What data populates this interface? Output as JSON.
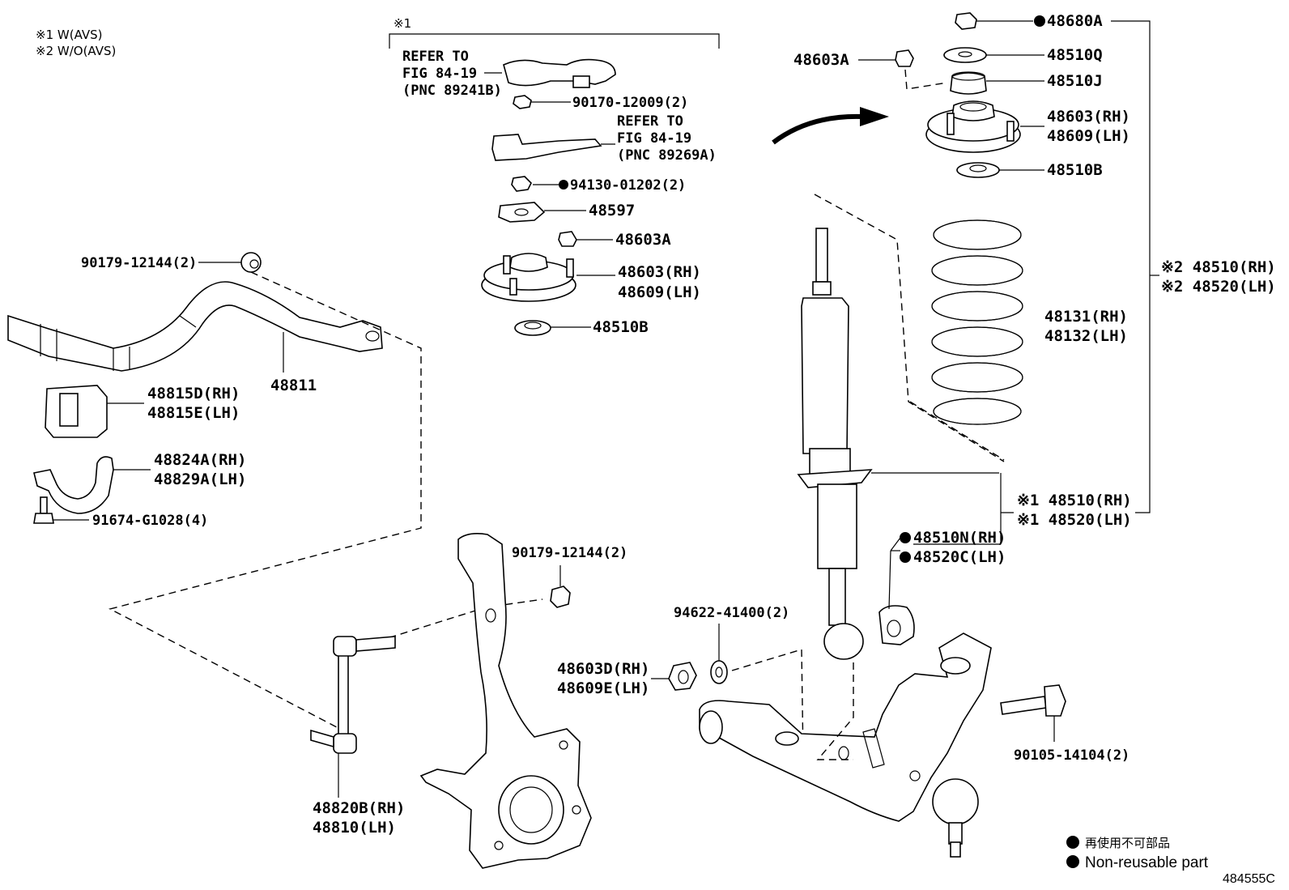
{
  "legend_top": {
    "note1": "※1  W(AVS)",
    "note2": "※2  W/O(AVS)"
  },
  "avs_group_marker": "※1",
  "refer1": {
    "line1": "REFER TO",
    "line2": "FIG 84-19",
    "line3": "(PNC 89241B)"
  },
  "refer2": {
    "line1": "REFER TO",
    "line2": "FIG 84-19",
    "line3": "(PNC 89269A)"
  },
  "labels": {
    "p90170": "90170-12009(2)",
    "p94130": "94130-01202(2)",
    "p48597": "48597",
    "p48603A_mid": "48603A",
    "p48603_mid": "48603(RH)",
    "p48609_mid": "48609(LH)",
    "p48510B_mid": "48510B",
    "p90179_top": "90179-12144(2)",
    "p48811": "48811",
    "p48815D": "48815D(RH)",
    "p48815E": "48815E(LH)",
    "p48824A": "48824A(RH)",
    "p48829A": "48829A(LH)",
    "p91674": "91674-G1028(4)",
    "p90179_low": "90179-12144(2)",
    "p48820B": "48820B(RH)",
    "p48810": "48810(LH)",
    "p48603D": "48603D(RH)",
    "p48609E": "48609E(LH)",
    "p94622": "94622-41400(2)",
    "p48680A": "48680A",
    "p48603A_right": "48603A",
    "p48510Q": "48510Q",
    "p48510J": "48510J",
    "p48603_right": "48603(RH)",
    "p48609_right": "48609(LH)",
    "p48510B_right": "48510B",
    "p48510_w2": "※2 48510(RH)",
    "p48520_w2": "※2 48520(LH)",
    "p48131": "48131(RH)",
    "p48132": "48132(LH)",
    "p48510_w1": "※1 48510(RH)",
    "p48520_w1": "※1 48520(LH)",
    "p48510N": "48510N(RH)",
    "p48520C": "48520C(LH)",
    "p90105": "90105-14104(2)"
  },
  "legend_bottom": {
    "jp": "再使用不可部品",
    "en": "Non-reusable part"
  },
  "diagram_id": "484555C"
}
